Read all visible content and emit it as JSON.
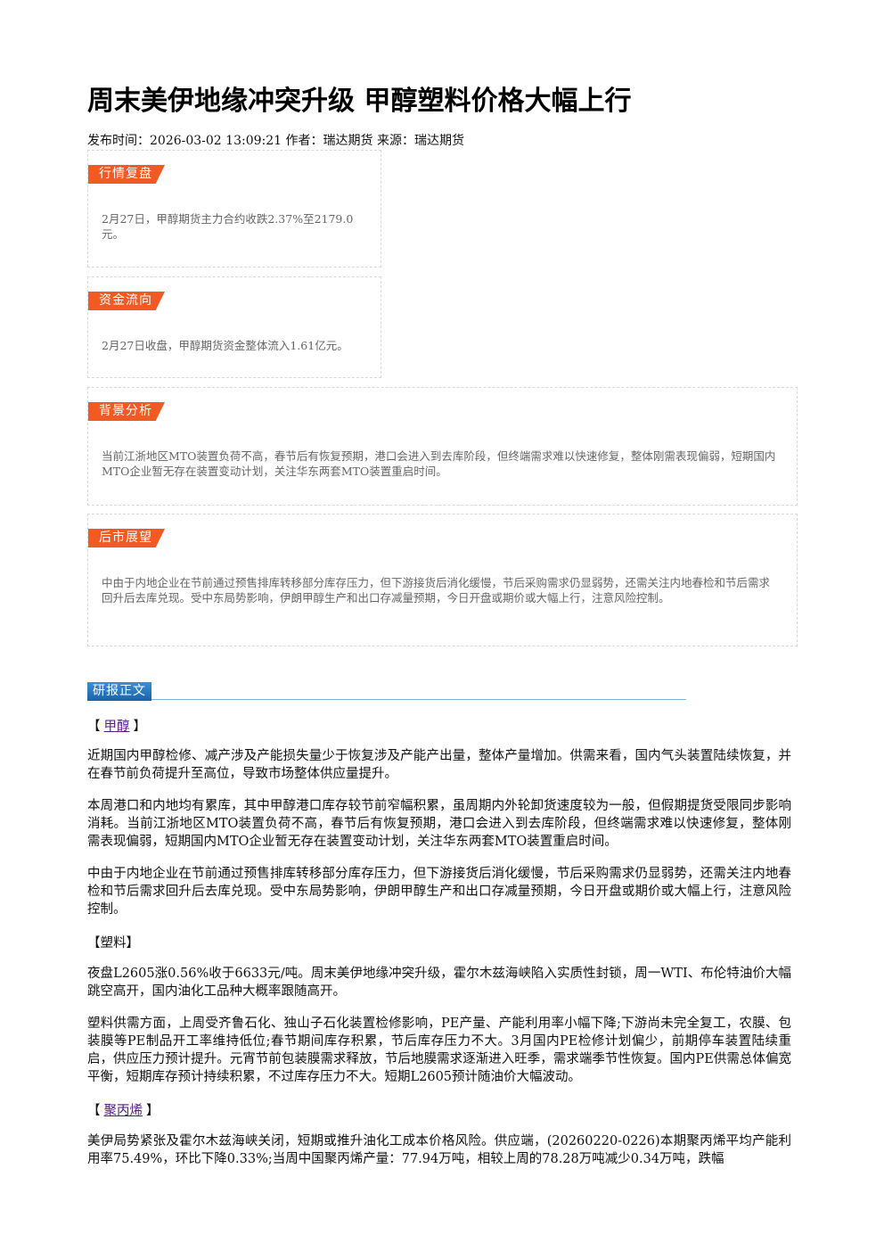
{
  "article": {
    "title": "周末美伊地缘冲突升级 甲醇塑料价格大幅上行",
    "meta": "发布时间：2026-03-02 13:09:21 作者：瑞达期货 来源：瑞达期货"
  },
  "cards": {
    "market_review": {
      "tag": "行情复盘",
      "text": "2月27日，甲醇期货主力合约收跌2.37%至2179.0元。"
    },
    "fund_flow": {
      "tag": "资金流向",
      "text": "2月27日收盘，甲醇期货资金整体流入1.61亿元。"
    },
    "background": {
      "tag": "背景分析",
      "text": "当前江浙地区MTO装置负荷不高，春节后有恢复预期，港口会进入到去库阶段，但终端需求难以快速修复，整体刚需表现偏弱，短期国内MTO企业暂无存在装置变动计划，关注华东两套MTO装置重启时间。"
    },
    "outlook": {
      "tag": "后市展望",
      "text": "中由于内地企业在节前通过预售排库转移部分库存压力，但下游接货后消化缓慢，节后采购需求仍显弱势，还需关注内地春检和节后需求回升后去库兑现。受中东局势影响，伊朗甲醇生产和出口存减量预期，今日开盘或期价或大幅上行，注意风险控制。"
    }
  },
  "report": {
    "tag": "研报正文",
    "methanol": {
      "open": "【",
      "label": "甲醇",
      "close": "】",
      "p1": "近期国内甲醇检修、减产涉及产能损失量少于恢复涉及产能产出量，整体产量增加。供需来看，国内气头装置陆续恢复，并在春节前负荷提升至高位，导致市场整体供应量提升。",
      "p2": "本周港口和内地均有累库，其中甲醇港口库存较节前窄幅积累，虽周期内外轮卸货速度较为一般，但假期提货受限同步影响消耗。当前江浙地区MTO装置负荷不高，春节后有恢复预期，港口会进入到去库阶段，但终端需求难以快速修复，整体刚需表现偏弱，短期国内MTO企业暂无存在装置变动计划，关注华东两套MTO装置重启时间。",
      "p3": "中由于内地企业在节前通过预售排库转移部分库存压力，但下游接货后消化缓慢，节后采购需求仍显弱势，还需关注内地春检和节后需求回升后去库兑现。受中东局势影响，伊朗甲醇生产和出口存减量预期，今日开盘或期价或大幅上行，注意风险控制。"
    },
    "plastic": {
      "label": "【塑料】",
      "p1": "夜盘L2605涨0.56%收于6633元/吨。周末美伊地缘冲突升级，霍尔木兹海峡陷入实质性封锁，周一WTI、布伦特油价大幅跳空高开，国内油化工品种大概率跟随高开。",
      "p2": "塑料供需方面，上周受齐鲁石化、独山子石化装置检修影响，PE产量、产能利用率小幅下降;下游尚未完全复工，农膜、包装膜等PE制品开工率维持低位;春节期间库存积累，节后库存压力不大。3月国内PE检修计划偏少，前期停车装置陆续重启，供应压力预计提升。元宵节前包装膜需求释放，节后地膜需求逐渐进入旺季，需求端季节性恢复。国内PE供需总体偏宽平衡，短期库存预计持续积累，不过库存压力不大。短期L2605预计随油价大幅波动。"
    },
    "pp": {
      "open": "【",
      "label": "聚丙烯",
      "close": "】",
      "p1": "美伊局势紧张及霍尔木兹海峡关闭，短期或推升油化工成本价格风险。供应端，(20260220-0226)本期聚丙烯平均产能利用率75.49%，环比下降0.33%;当周中国聚丙烯产量：77.94万吨，相较上周的78.28万吨减少0.34万吨，跌幅"
    }
  }
}
